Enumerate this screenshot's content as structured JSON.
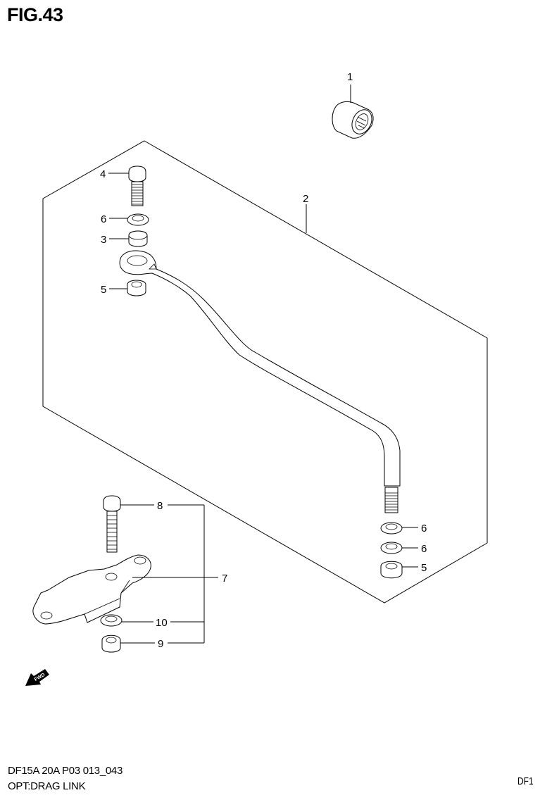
{
  "figure": {
    "title": "FIG.43",
    "code": "DF15A 20A P03 013_043",
    "caption": "OPT:DRAG LINK",
    "corner_code": "DF1"
  },
  "callouts": [
    {
      "number": "1",
      "part": "nut"
    },
    {
      "number": "2",
      "part": "drag-link-rod"
    },
    {
      "number": "3",
      "part": "collar"
    },
    {
      "number": "4",
      "part": "bolt"
    },
    {
      "number": "5",
      "part": "lock-nut"
    },
    {
      "number": "5",
      "part": "lock-nut"
    },
    {
      "number": "6",
      "part": "washer"
    },
    {
      "number": "6",
      "part": "washer"
    },
    {
      "number": "6",
      "part": "washer"
    },
    {
      "number": "7",
      "part": "bracket"
    },
    {
      "number": "8",
      "part": "bolt"
    },
    {
      "number": "9",
      "part": "nut"
    },
    {
      "number": "10",
      "part": "washer"
    }
  ],
  "labels": {
    "c1": "1",
    "c2": "2",
    "c3": "3",
    "c4": "4",
    "c5a": "5",
    "c5b": "5",
    "c6a": "6",
    "c6b": "6",
    "c6c": "6",
    "c7": "7",
    "c8": "8",
    "c9": "9",
    "c10": "10"
  },
  "orientation": {
    "icon": "fwd-arrow-icon",
    "text": "FWD"
  }
}
